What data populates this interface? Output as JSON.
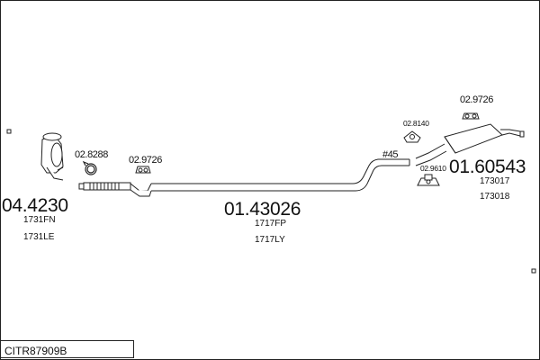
{
  "catalog_code": "CITR87909B",
  "parts": {
    "catalytic_converter": {
      "number": "04.4230",
      "refs": [
        "1731FN",
        "1731LE"
      ]
    },
    "intermediate_pipe": {
      "number": "01.43026",
      "refs": [
        "1717FP",
        "1717LY"
      ]
    },
    "rear_silencer": {
      "number": "01.60543",
      "refs": [
        "173017",
        "173018"
      ]
    }
  },
  "accessories": {
    "clamp_front": "02.8288",
    "hanger_front": "02.9726",
    "hanger_mid": "#45",
    "hanger_rear_a": "02.8140",
    "hanger_rear_b": "02.9726",
    "bracket_rear": "02.9610"
  },
  "colors": {
    "line": "#222222",
    "background": "#ffffff"
  }
}
